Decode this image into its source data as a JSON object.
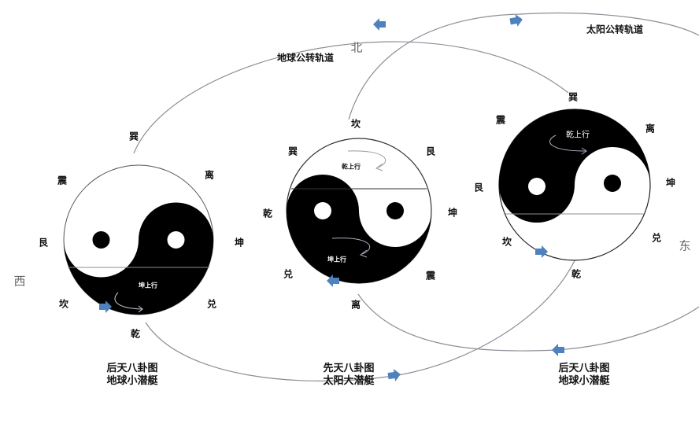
{
  "directions": {
    "north": "北",
    "west": "西",
    "east": "东"
  },
  "orbits": {
    "earth": "地球公转轨道",
    "sun": "太阳公转轨道"
  },
  "left_diagram": {
    "trigrams": [
      "巽",
      "离",
      "坤",
      "兑",
      "乾",
      "坎",
      "艮",
      "震"
    ],
    "motion": "坤上行",
    "caption": [
      "后天八卦图",
      "地球小潜艇"
    ]
  },
  "middle_diagram": {
    "trigrams": [
      "坎",
      "艮",
      "坤",
      "震",
      "离",
      "兑",
      "乾",
      "巽"
    ],
    "motion_top": "乾上行",
    "motion_bottom": "坤上行",
    "caption": [
      "先天八卦图",
      "太阳大潜艇"
    ]
  },
  "right_diagram": {
    "trigrams": [
      "巽",
      "离",
      "坤",
      "兑",
      "乾",
      "坎",
      "艮",
      "震"
    ],
    "motion": "乾上行",
    "caption": [
      "后天八卦图",
      "地球小潜艇"
    ]
  },
  "colors": {
    "orbit": "#8a8f96",
    "arrow": "#4f81bd",
    "yin": "#000000",
    "yang": "#ffffff"
  }
}
